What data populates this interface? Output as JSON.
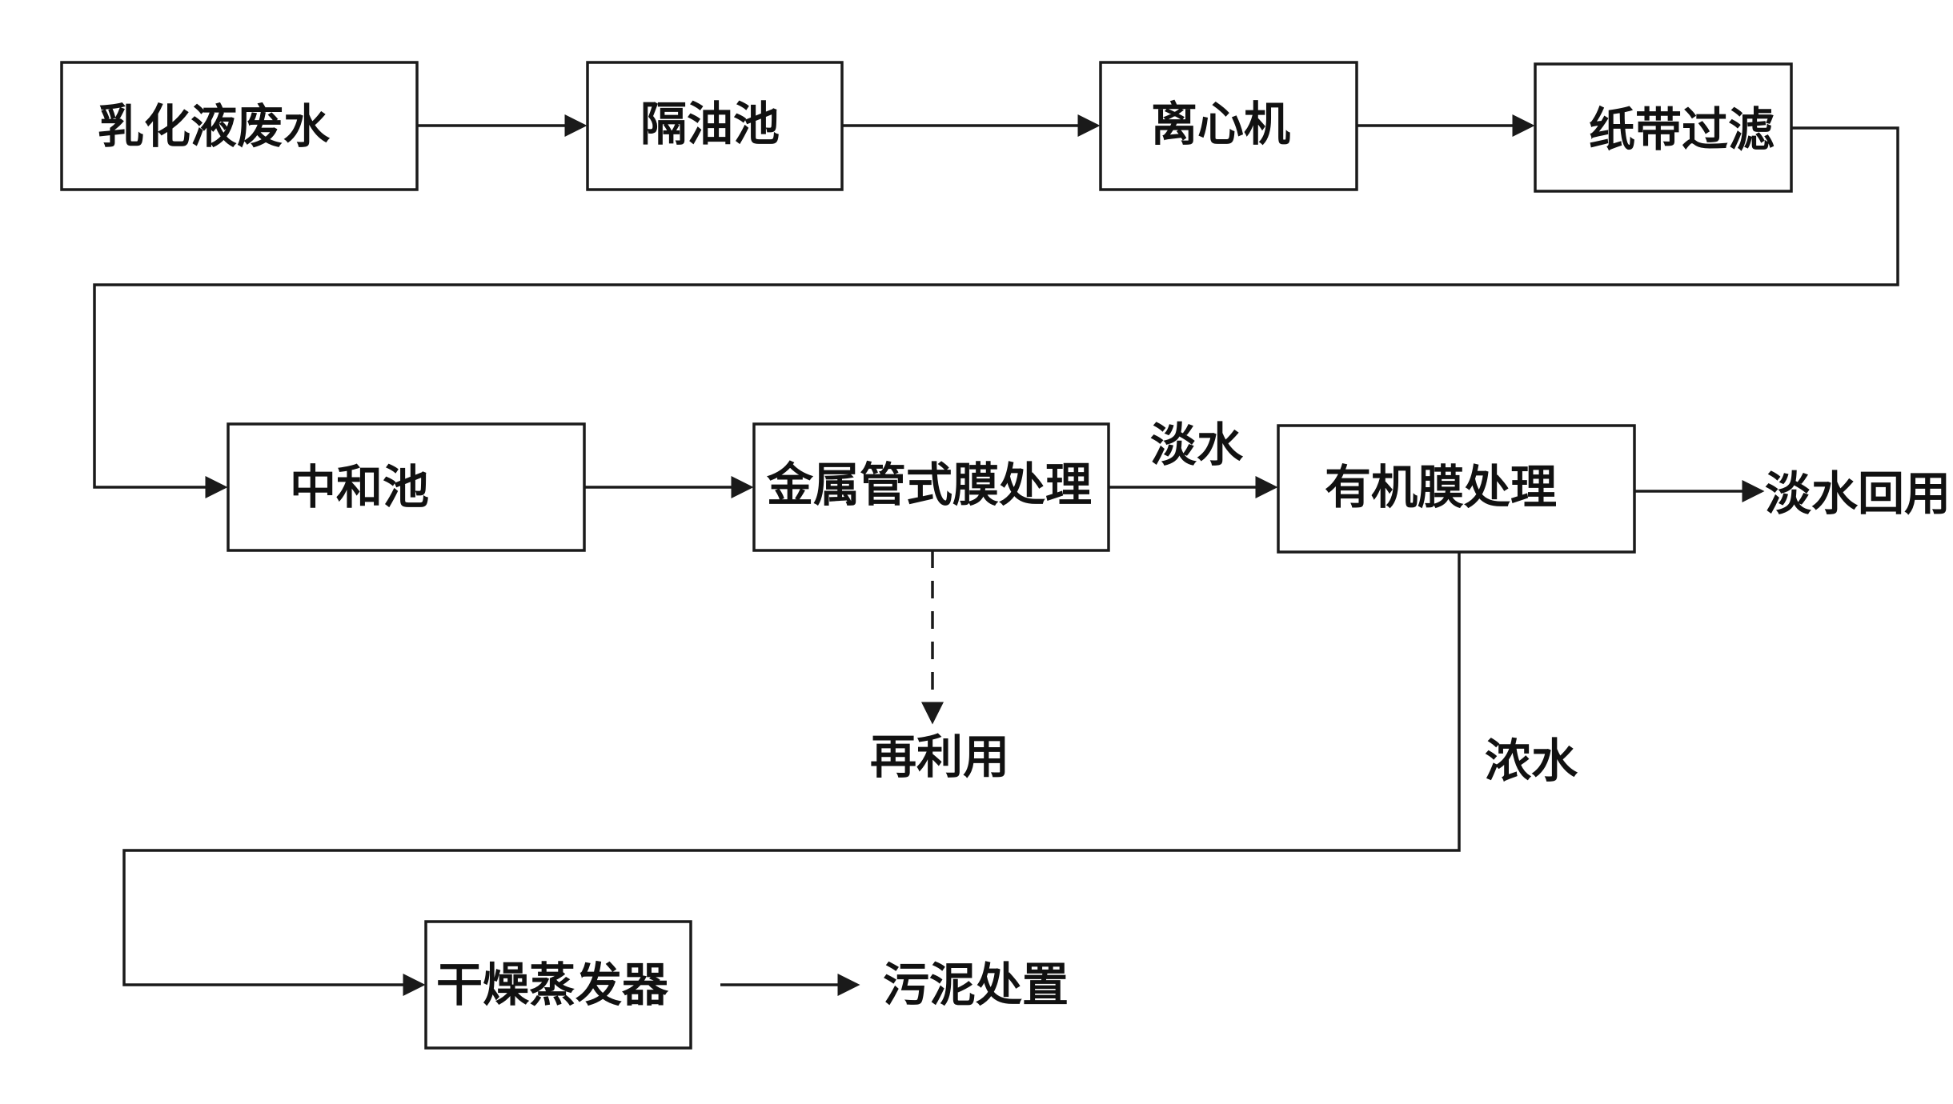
{
  "boxes": {
    "emulsion_wastewater": "乳化液废水",
    "oil_separation_tank": "隔油池",
    "centrifuge": "离心机",
    "paper_belt_filtration": "纸带过滤",
    "neutralization_tank": "中和池",
    "metal_tubular_membrane": "金属管式膜处理",
    "organic_membrane": "有机膜处理",
    "drying_evaporator": "干燥蒸发器"
  },
  "labels": {
    "fresh_water_1": "淡水",
    "fresh_water_reuse": "淡水回用",
    "reuse": "再利用",
    "concentrate": "浓水",
    "sludge_disposal": "污泥处置"
  },
  "colors": {
    "stroke": "#1a1a1a",
    "text": "#111111",
    "background": "#ffffff"
  }
}
